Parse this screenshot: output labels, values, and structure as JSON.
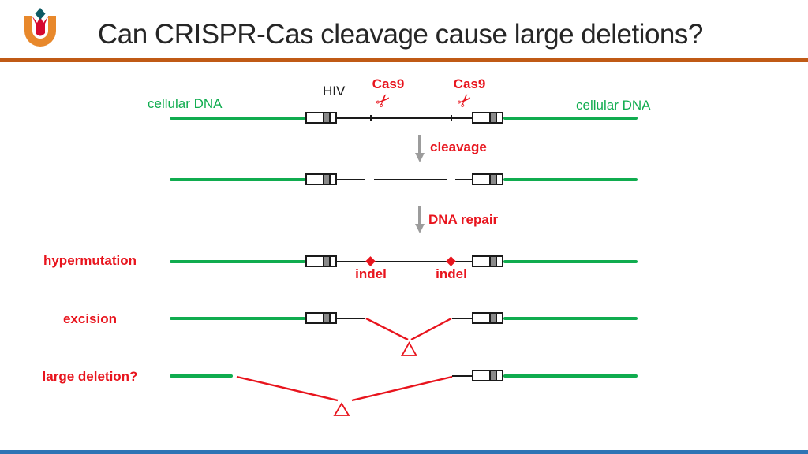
{
  "colors": {
    "ink": "#262626",
    "green": "#10AC4F",
    "red": "#E8141D",
    "orange_bar": "#C05A15",
    "gray_arrow": "#9C9C9C",
    "ltr_gray": "#8A8A8A",
    "logo_orange": "#E8882B",
    "logo_red": "#D6082F",
    "logo_teal": "#0E5A64",
    "bottom_bar": "#2E74B5"
  },
  "header": {
    "title": "Can CRISPR-Cas cleavage cause large deletions?"
  },
  "icons": {
    "scissors_glyph": "✂"
  },
  "diagram": {
    "labels": {
      "cellular_dna_left": "cellular DNA",
      "cellular_dna_right": "cellular DNA",
      "hiv": "HIV",
      "cas9_left": "Cas9",
      "cas9_right": "Cas9",
      "cleavage": "cleavage",
      "dna_repair": "DNA repair",
      "hypermutation": "hypermutation",
      "indel_left": "indel",
      "indel_right": "indel",
      "excision": "excision",
      "large_deletion": "large deletion?"
    }
  }
}
